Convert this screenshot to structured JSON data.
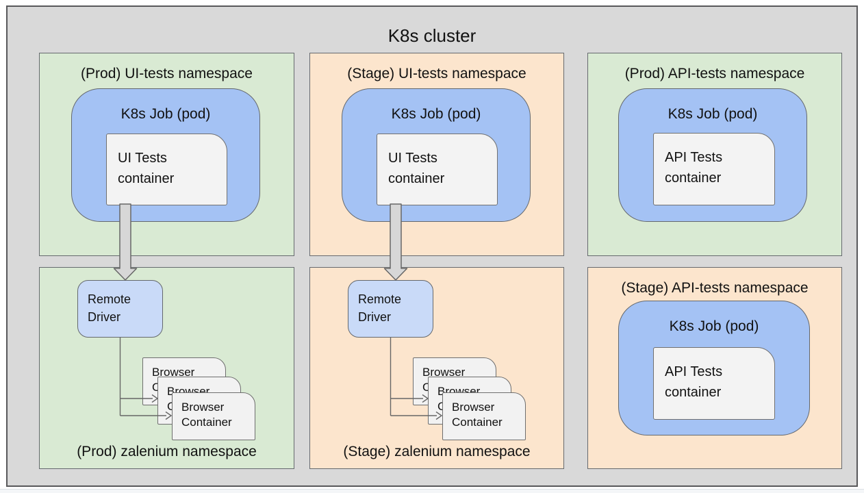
{
  "cluster": {
    "title": "K8s cluster"
  },
  "palette": {
    "cluster_bg": "#d9d9d9",
    "prod_ns_bg": "#d9ead3",
    "stage_ns_bg": "#fce5cd",
    "job_pod_bg": "#a4c2f4",
    "remote_driver_bg": "#c9daf8",
    "container_bg": "#f3f3f3",
    "border": "#666666"
  },
  "namespaces": [
    {
      "label": "(Prod) UI-tests namespace",
      "job": {
        "label": "K8s Job (pod)",
        "container_line1": "UI Tests",
        "container_line2": "container"
      }
    },
    {
      "label": "(Stage) UI-tests namespace",
      "job": {
        "label": "K8s Job (pod)",
        "container_line1": "UI Tests",
        "container_line2": "container"
      }
    },
    {
      "label": "(Prod) API-tests namespace",
      "job": {
        "label": "K8s Job (pod)",
        "container_line1": "API Tests",
        "container_line2": "container"
      }
    },
    {
      "label": "(Prod) zalenium namespace",
      "driver_line1": "Remote",
      "driver_line2": "Driver",
      "browser_line1": "Browser",
      "browser_line2": "Container"
    },
    {
      "label": "(Stage) zalenium namespace",
      "driver_line1": "Remote",
      "driver_line2": "Driver",
      "browser_line1": "Browser",
      "browser_line2": "Container"
    },
    {
      "label": "(Stage) API-tests namespace",
      "job": {
        "label": "K8s Job (pod)",
        "container_line1": "API Tests",
        "container_line2": "container"
      }
    }
  ]
}
